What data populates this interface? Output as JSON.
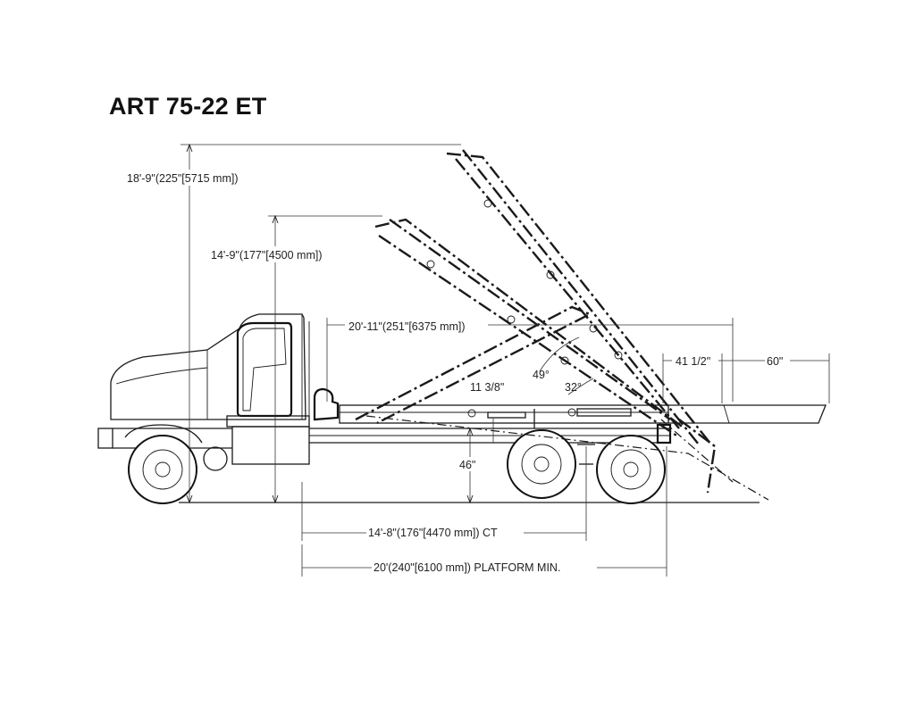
{
  "title": "ART 75-22 ET",
  "dimensions": {
    "max_height": "18'-9\"(225\"[5715 mm])",
    "mid_height": "14'-9\"(177\"[4500 mm])",
    "hook_reach": "20'-11\"(251\"[6375 mm])",
    "overhang_a": "41 1/2\"",
    "overhang_b": "60\"",
    "angle_high": "49°",
    "angle_low": "32°",
    "frame_gap": "11 3/8\"",
    "frame_height": "46\"",
    "cab_to_tandem": "14'-8\"(176\"[4470 mm]) CT",
    "platform_min": "20'(240\"[6100 mm]) PLATFORM MIN."
  }
}
